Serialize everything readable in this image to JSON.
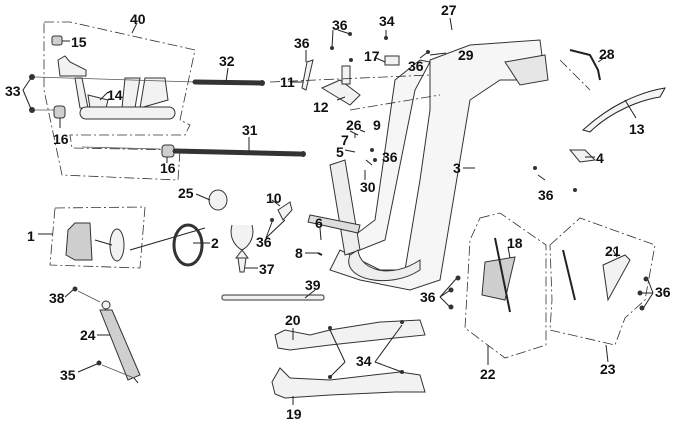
{
  "title": "Frame exploded parts diagram",
  "callouts": {
    "p1": "1",
    "p2": "2",
    "p3": "3",
    "p4": "4",
    "p5": "5",
    "p6": "6",
    "p7": "7",
    "p8": "8",
    "p9": "9",
    "p10": "10",
    "p11": "11",
    "p12": "12",
    "p13": "13",
    "p14": "14",
    "p15": "15",
    "p16a": "16",
    "p16b": "16",
    "p17": "17",
    "p18": "18",
    "p19": "19",
    "p20": "20",
    "p21": "21",
    "p22": "22",
    "p23": "23",
    "p24": "24",
    "p25": "25",
    "p26": "26",
    "p27": "27",
    "p28": "28",
    "p29": "29",
    "p30": "30",
    "p31": "31",
    "p32": "32",
    "p33": "33",
    "p34a": "34",
    "p34b": "34",
    "p35": "35",
    "p36a": "36",
    "p36b": "36",
    "p36c": "36",
    "p36d": "36",
    "p36e": "36",
    "p36f": "36",
    "p36g": "36",
    "p36h": "36",
    "p37": "37",
    "p38": "38",
    "p39": "39",
    "p40": "40"
  }
}
